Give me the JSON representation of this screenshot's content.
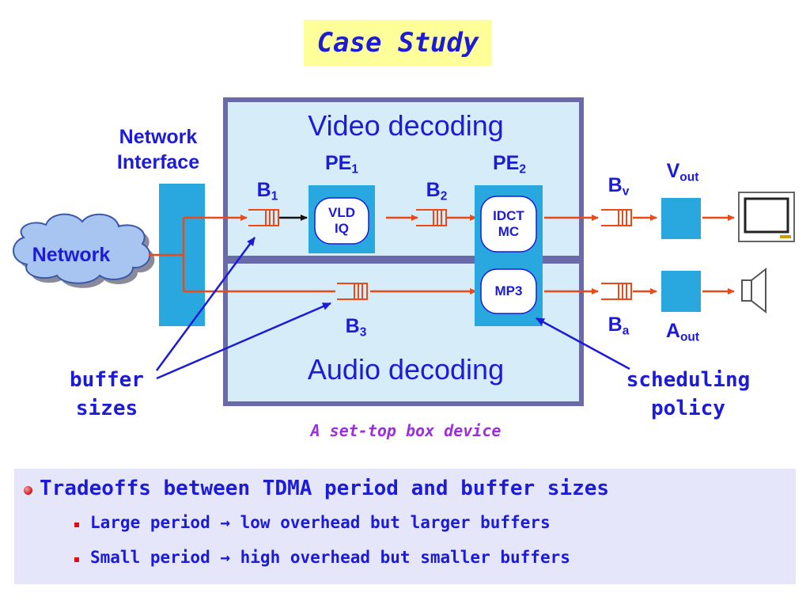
{
  "title": "Case Study",
  "diagram": {
    "network_label": "Network",
    "network_interface": [
      "Network",
      "Interface"
    ],
    "video_heading": "Video decoding",
    "audio_heading": "Audio decoding",
    "pe1": {
      "base": "PE",
      "sub": "1"
    },
    "pe2": {
      "base": "PE",
      "sub": "2"
    },
    "b1": {
      "base": "B",
      "sub": "1"
    },
    "b2": {
      "base": "B",
      "sub": "2"
    },
    "b3": {
      "base": "B",
      "sub": "3"
    },
    "bv": {
      "base": "B",
      "sub": "v"
    },
    "ba": {
      "base": "B",
      "sub": "a"
    },
    "vout": {
      "base": "V",
      "sub": "out"
    },
    "aout": {
      "base": "A",
      "sub": "out"
    },
    "vld_iq": [
      "VLD",
      "IQ"
    ],
    "idct_mc": [
      "IDCT",
      "MC"
    ],
    "mp3": "MP3",
    "buffer_sizes": [
      "buffer",
      "sizes"
    ],
    "scheduling_policy": [
      "scheduling",
      "policy"
    ],
    "caption": "A set-top box device",
    "colors": {
      "accent": "#1b1bd8",
      "pe_fill": "#29a8e0",
      "panel": "#d6ecf8",
      "panel_border": "#6a6aaa",
      "arrow": "#e84a1a"
    }
  },
  "bullets": {
    "main": "Tradeoffs between TDMA period and buffer sizes",
    "sub": [
      "Large period → low overhead but larger buffers",
      "Small period → high overhead but smaller buffers"
    ]
  }
}
